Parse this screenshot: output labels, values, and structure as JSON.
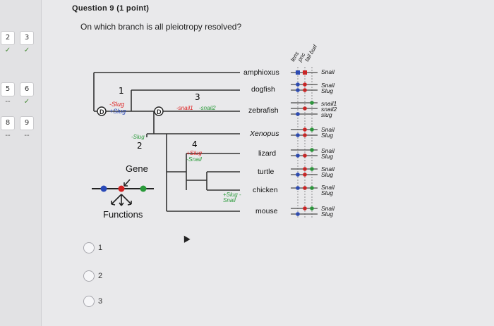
{
  "question": {
    "title": "Question 9 (1 point)",
    "text": "On which branch is all pleiotropy resolved?",
    "options": [
      "1",
      "2",
      "3"
    ]
  },
  "sidebar": {
    "rows": [
      {
        "left": "2",
        "right": "3",
        "left_mark": "✓",
        "right_mark": "✓"
      },
      {
        "left": "5",
        "right": "6",
        "left_mark": "--",
        "right_mark": "✓"
      },
      {
        "left": "8",
        "right": "9",
        "left_mark": "--",
        "right_mark": "--"
      }
    ]
  },
  "figure": {
    "tissue_headers": [
      "lens",
      "pnc",
      "tail bud"
    ],
    "taxa": [
      {
        "name": "amphioxus",
        "genes": [
          "Snail"
        ]
      },
      {
        "name": "dogfish",
        "genes": [
          "Snail",
          "Slug"
        ]
      },
      {
        "name": "zebrafish",
        "genes": [
          "snail1",
          "snail2",
          "slug"
        ]
      },
      {
        "name": "Xenopus",
        "genes": [
          "Snail",
          "Slug"
        ]
      },
      {
        "name": "lizard",
        "genes": [
          "Snail",
          "Slug"
        ]
      },
      {
        "name": "turtle",
        "genes": [
          "Snail",
          "Slug"
        ]
      },
      {
        "name": "chicken",
        "genes": [
          "Snail",
          "Slug"
        ]
      },
      {
        "name": "mouse",
        "genes": [
          "Snail",
          "Slug"
        ]
      }
    ],
    "branches": [
      {
        "number": "1",
        "red": "-Slug",
        "green": "+Slug"
      },
      {
        "number": "3",
        "red": "-snail1",
        "green": "-snail2"
      },
      {
        "number": "2",
        "red": "",
        "green": "-Slug"
      },
      {
        "number": "4",
        "red": "+Slug",
        "green": "-Snail"
      },
      {
        "number": "",
        "red": "",
        "green": "+Slug -Snail"
      }
    ],
    "duplication_label": "D",
    "legend": {
      "gene": "Gene",
      "functions": "Functions"
    }
  },
  "colors": {
    "red": "#d22222",
    "green": "#2a9a3a",
    "blue": "#2a4ab8"
  }
}
